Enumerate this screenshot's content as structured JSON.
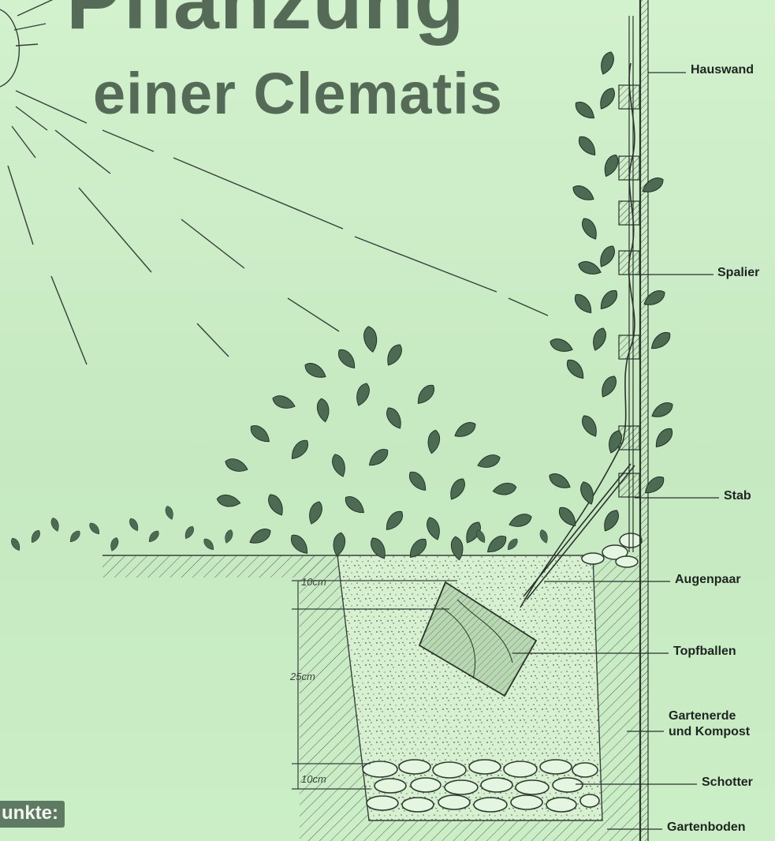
{
  "title": {
    "line1": "Pflanzung",
    "line2": "einer Clematis"
  },
  "labels": {
    "hauswand": "Hauswand",
    "spalier": "Spalier",
    "stab": "Stab",
    "augenpaar": "Augenpaar",
    "topfballen": "Topfballen",
    "gartenerde": "Gartenerde\nund Kompost",
    "schotter": "Schotter",
    "gartenboden": "Gartenboden"
  },
  "dimensions": {
    "top": "10cm",
    "middle": "25cm",
    "bottom": "10cm"
  },
  "footer_badge": "unkte:",
  "colors": {
    "background": "#c8ecc3",
    "title": "#556b58",
    "ink": "#2f3a31",
    "foliage": "#4d6a52",
    "badge": "#5e7a62"
  }
}
